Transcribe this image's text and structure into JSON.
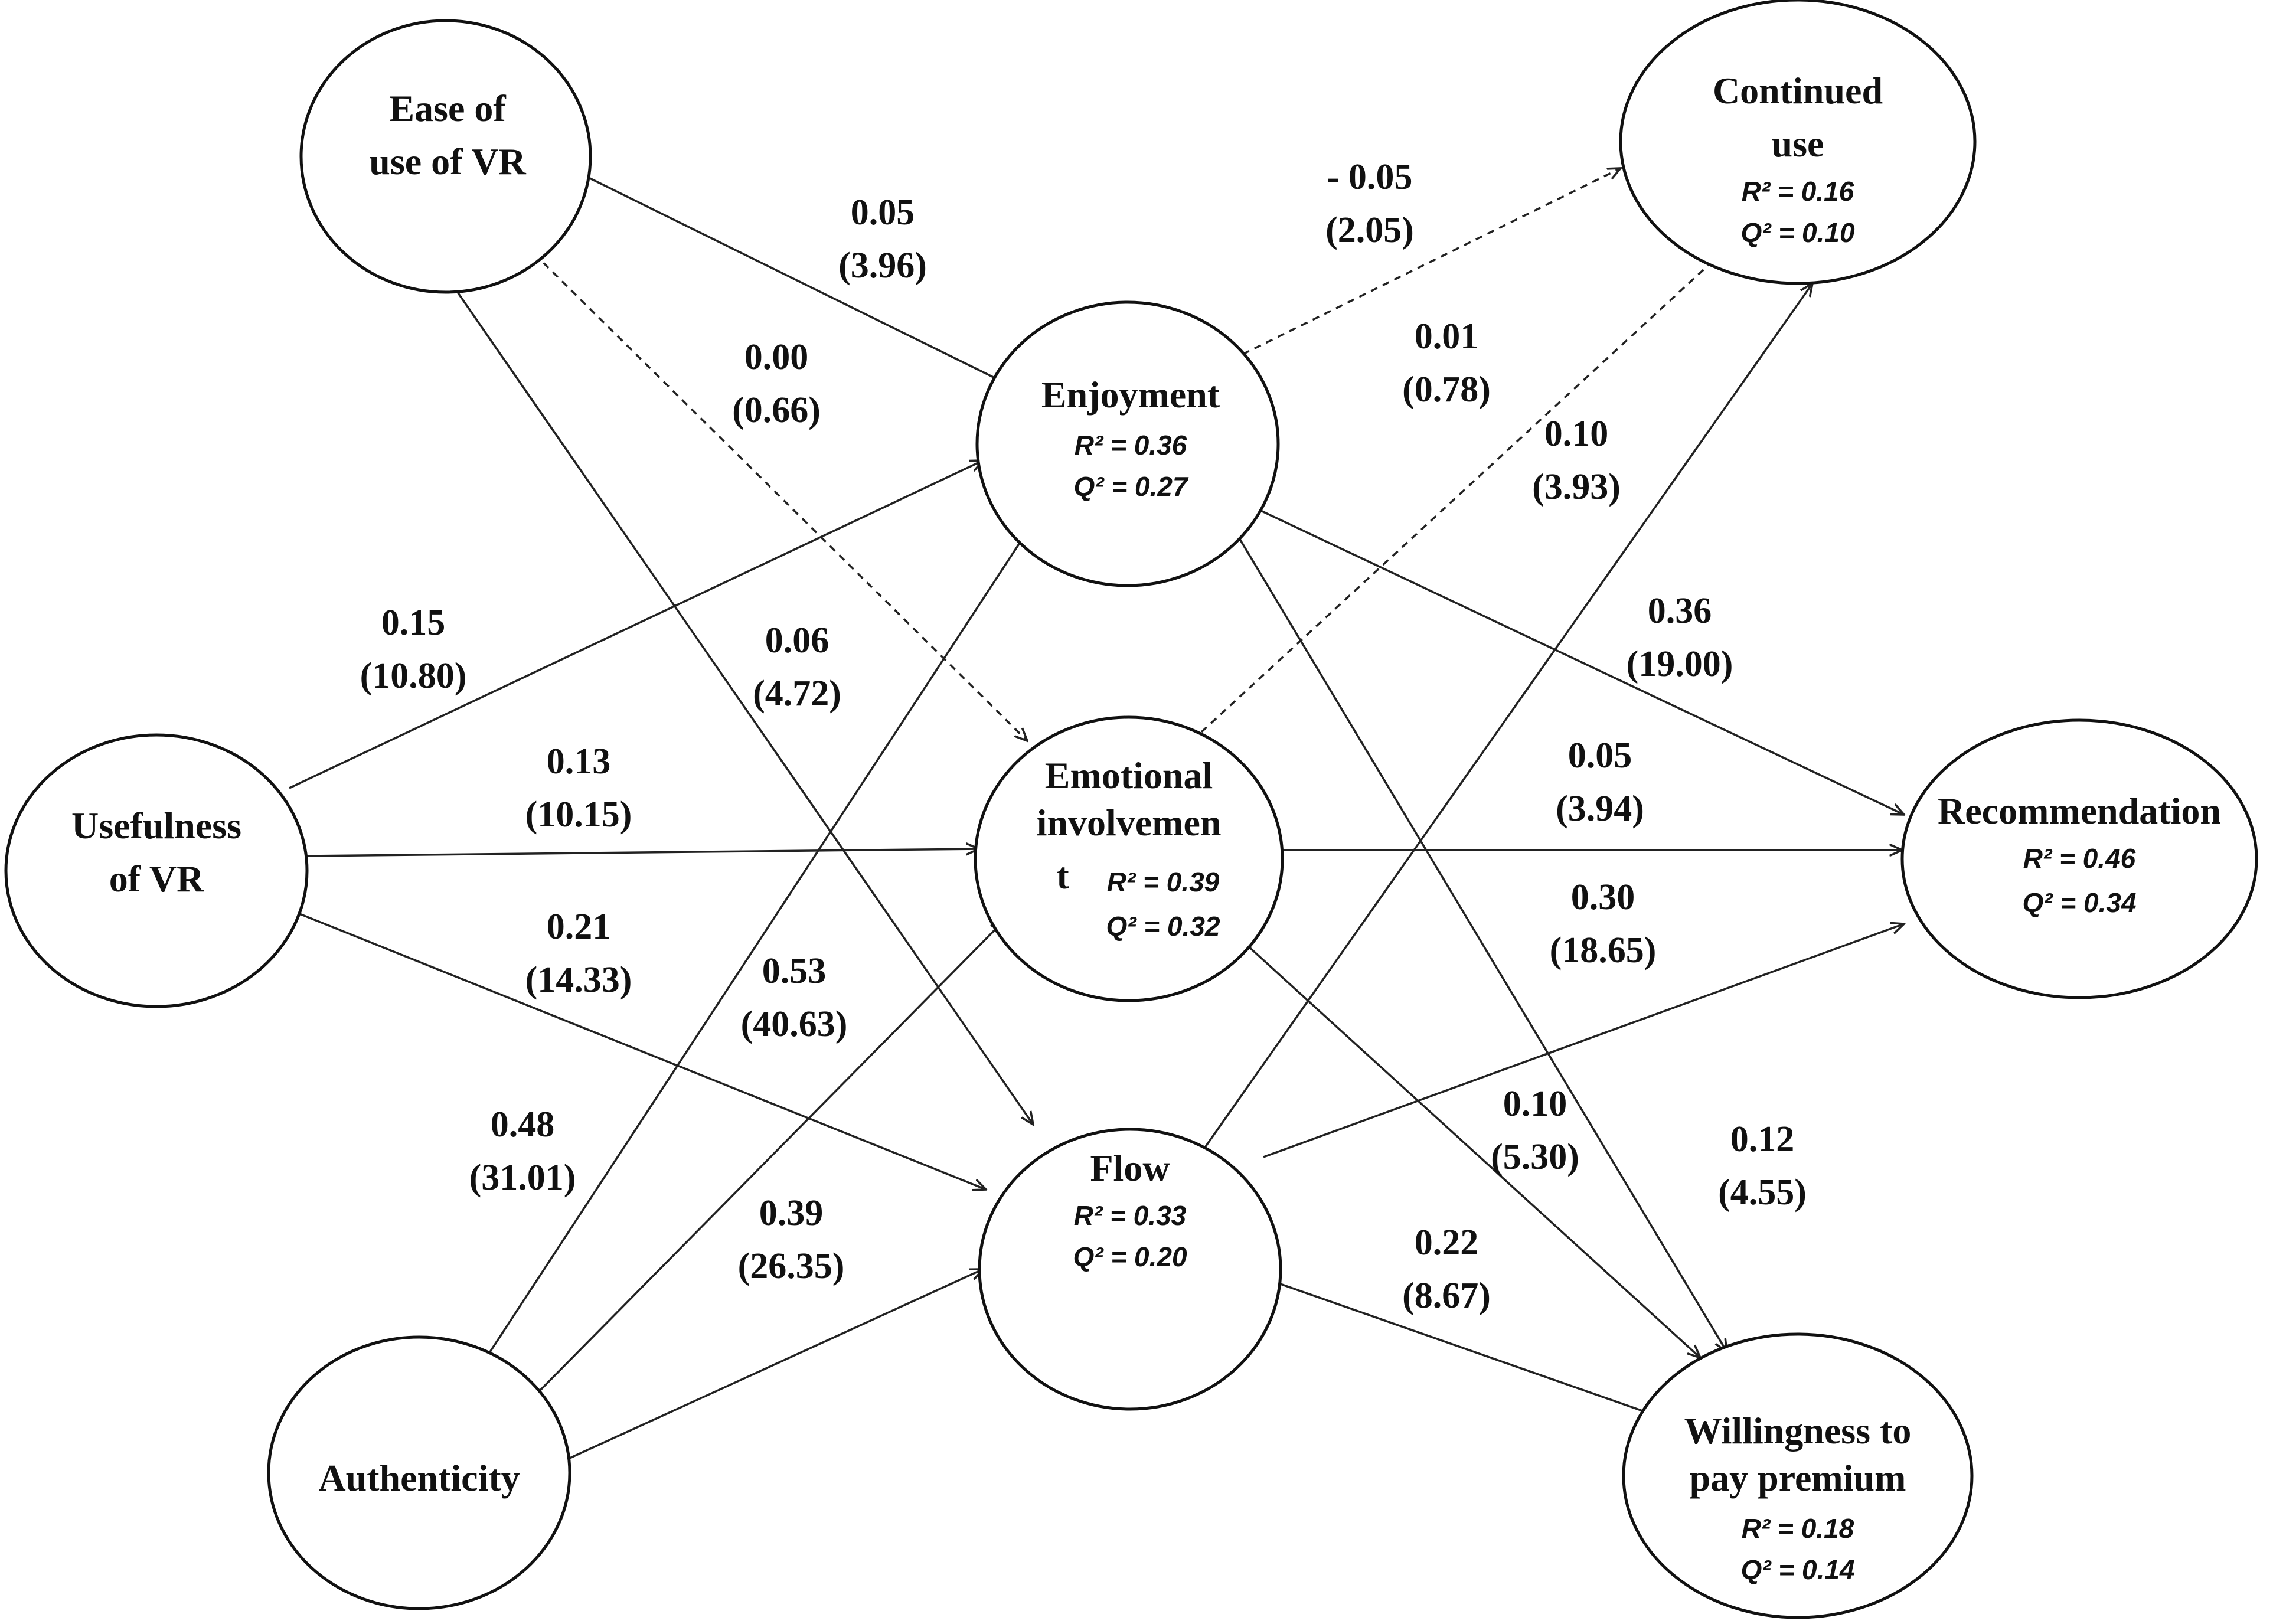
{
  "nodes": {
    "ease": {
      "lines": [
        "Ease of",
        "use of VR"
      ]
    },
    "usefulness": {
      "lines": [
        "Usefulness",
        "of VR"
      ]
    },
    "authenticity": {
      "lines": [
        "Authenticity"
      ]
    },
    "enjoyment": {
      "lines": [
        "Enjoyment"
      ],
      "r2": "R² = 0.36",
      "q2": "Q² = 0.27"
    },
    "emotional": {
      "lines": [
        "Emotional",
        "involvemen",
        "t"
      ],
      "r2": "R² = 0.39",
      "q2": "Q² = 0.32"
    },
    "flow": {
      "lines": [
        "Flow"
      ],
      "r2": "R² = 0.33",
      "q2": "Q² = 0.20"
    },
    "continued": {
      "lines": [
        "Continued",
        "use"
      ],
      "r2": "R² = 0.16",
      "q2": "Q² = 0.10"
    },
    "recommendation": {
      "lines": [
        "Recommendation"
      ],
      "r2": "R² = 0.46",
      "q2": "Q² = 0.34"
    },
    "willingness": {
      "lines": [
        "Willingness to",
        "pay premium"
      ],
      "r2": "R² = 0.18",
      "q2": "Q² = 0.14"
    }
  },
  "edges": [
    {
      "id": "ease-enjoyment",
      "from": "ease",
      "to": "enjoyment",
      "coef": "0.05",
      "t": "(3.96)",
      "dashed": false
    },
    {
      "id": "ease-emotional",
      "from": "ease",
      "to": "emotional",
      "coef": "0.00",
      "t": "(0.66)",
      "dashed": true
    },
    {
      "id": "ease-flow",
      "from": "ease",
      "to": "flow",
      "coef": "0.06",
      "t": "(4.72)",
      "dashed": false
    },
    {
      "id": "usefulness-enjoyment",
      "from": "usefulness",
      "to": "enjoyment",
      "coef": "0.15",
      "t": "(10.80)",
      "dashed": false
    },
    {
      "id": "usefulness-emotional",
      "from": "usefulness",
      "to": "emotional",
      "coef": "0.13",
      "t": "(10.15)",
      "dashed": false
    },
    {
      "id": "usefulness-flow",
      "from": "usefulness",
      "to": "flow",
      "coef": "0.21",
      "t": "(14.33)",
      "dashed": false
    },
    {
      "id": "authenticity-enjoyment",
      "from": "authenticity",
      "to": "enjoyment",
      "coef": "0.48",
      "t": "(31.01)",
      "dashed": false
    },
    {
      "id": "authenticity-emotional",
      "from": "authenticity",
      "to": "emotional",
      "coef": "0.53",
      "t": "(40.63)",
      "dashed": false
    },
    {
      "id": "authenticity-flow",
      "from": "authenticity",
      "to": "flow",
      "coef": "0.39",
      "t": "(26.35)",
      "dashed": false
    },
    {
      "id": "enjoyment-continued",
      "from": "enjoyment",
      "to": "continued",
      "coef": "- 0.05",
      "t": "(2.05)",
      "dashed": true
    },
    {
      "id": "emotional-continued",
      "from": "emotional",
      "to": "continued",
      "coef": "0.01",
      "t": "(0.78)",
      "dashed": true
    },
    {
      "id": "flow-continued",
      "from": "flow",
      "to": "continued",
      "coef": "0.10",
      "t": "(3.93)",
      "dashed": false
    },
    {
      "id": "enjoyment-recommendation",
      "from": "enjoyment",
      "to": "recommendation",
      "coef": "0.36",
      "t": "(19.00)",
      "dashed": false
    },
    {
      "id": "emotional-recommendation",
      "from": "emotional",
      "to": "recommendation",
      "coef": "0.05",
      "t": "(3.94)",
      "dashed": false
    },
    {
      "id": "flow-recommendation",
      "from": "flow",
      "to": "recommendation",
      "coef": "0.30",
      "t": "(18.65)",
      "dashed": false
    },
    {
      "id": "enjoyment-willingness",
      "from": "enjoyment",
      "to": "willingness",
      "coef": "0.12",
      "t": "(4.55)",
      "dashed": false
    },
    {
      "id": "emotional-willingness",
      "from": "emotional",
      "to": "willingness",
      "coef": "0.10",
      "t": "(5.30)",
      "dashed": false
    },
    {
      "id": "flow-willingness",
      "from": "flow",
      "to": "willingness",
      "coef": "0.22",
      "t": "(8.67)",
      "dashed": false
    }
  ]
}
